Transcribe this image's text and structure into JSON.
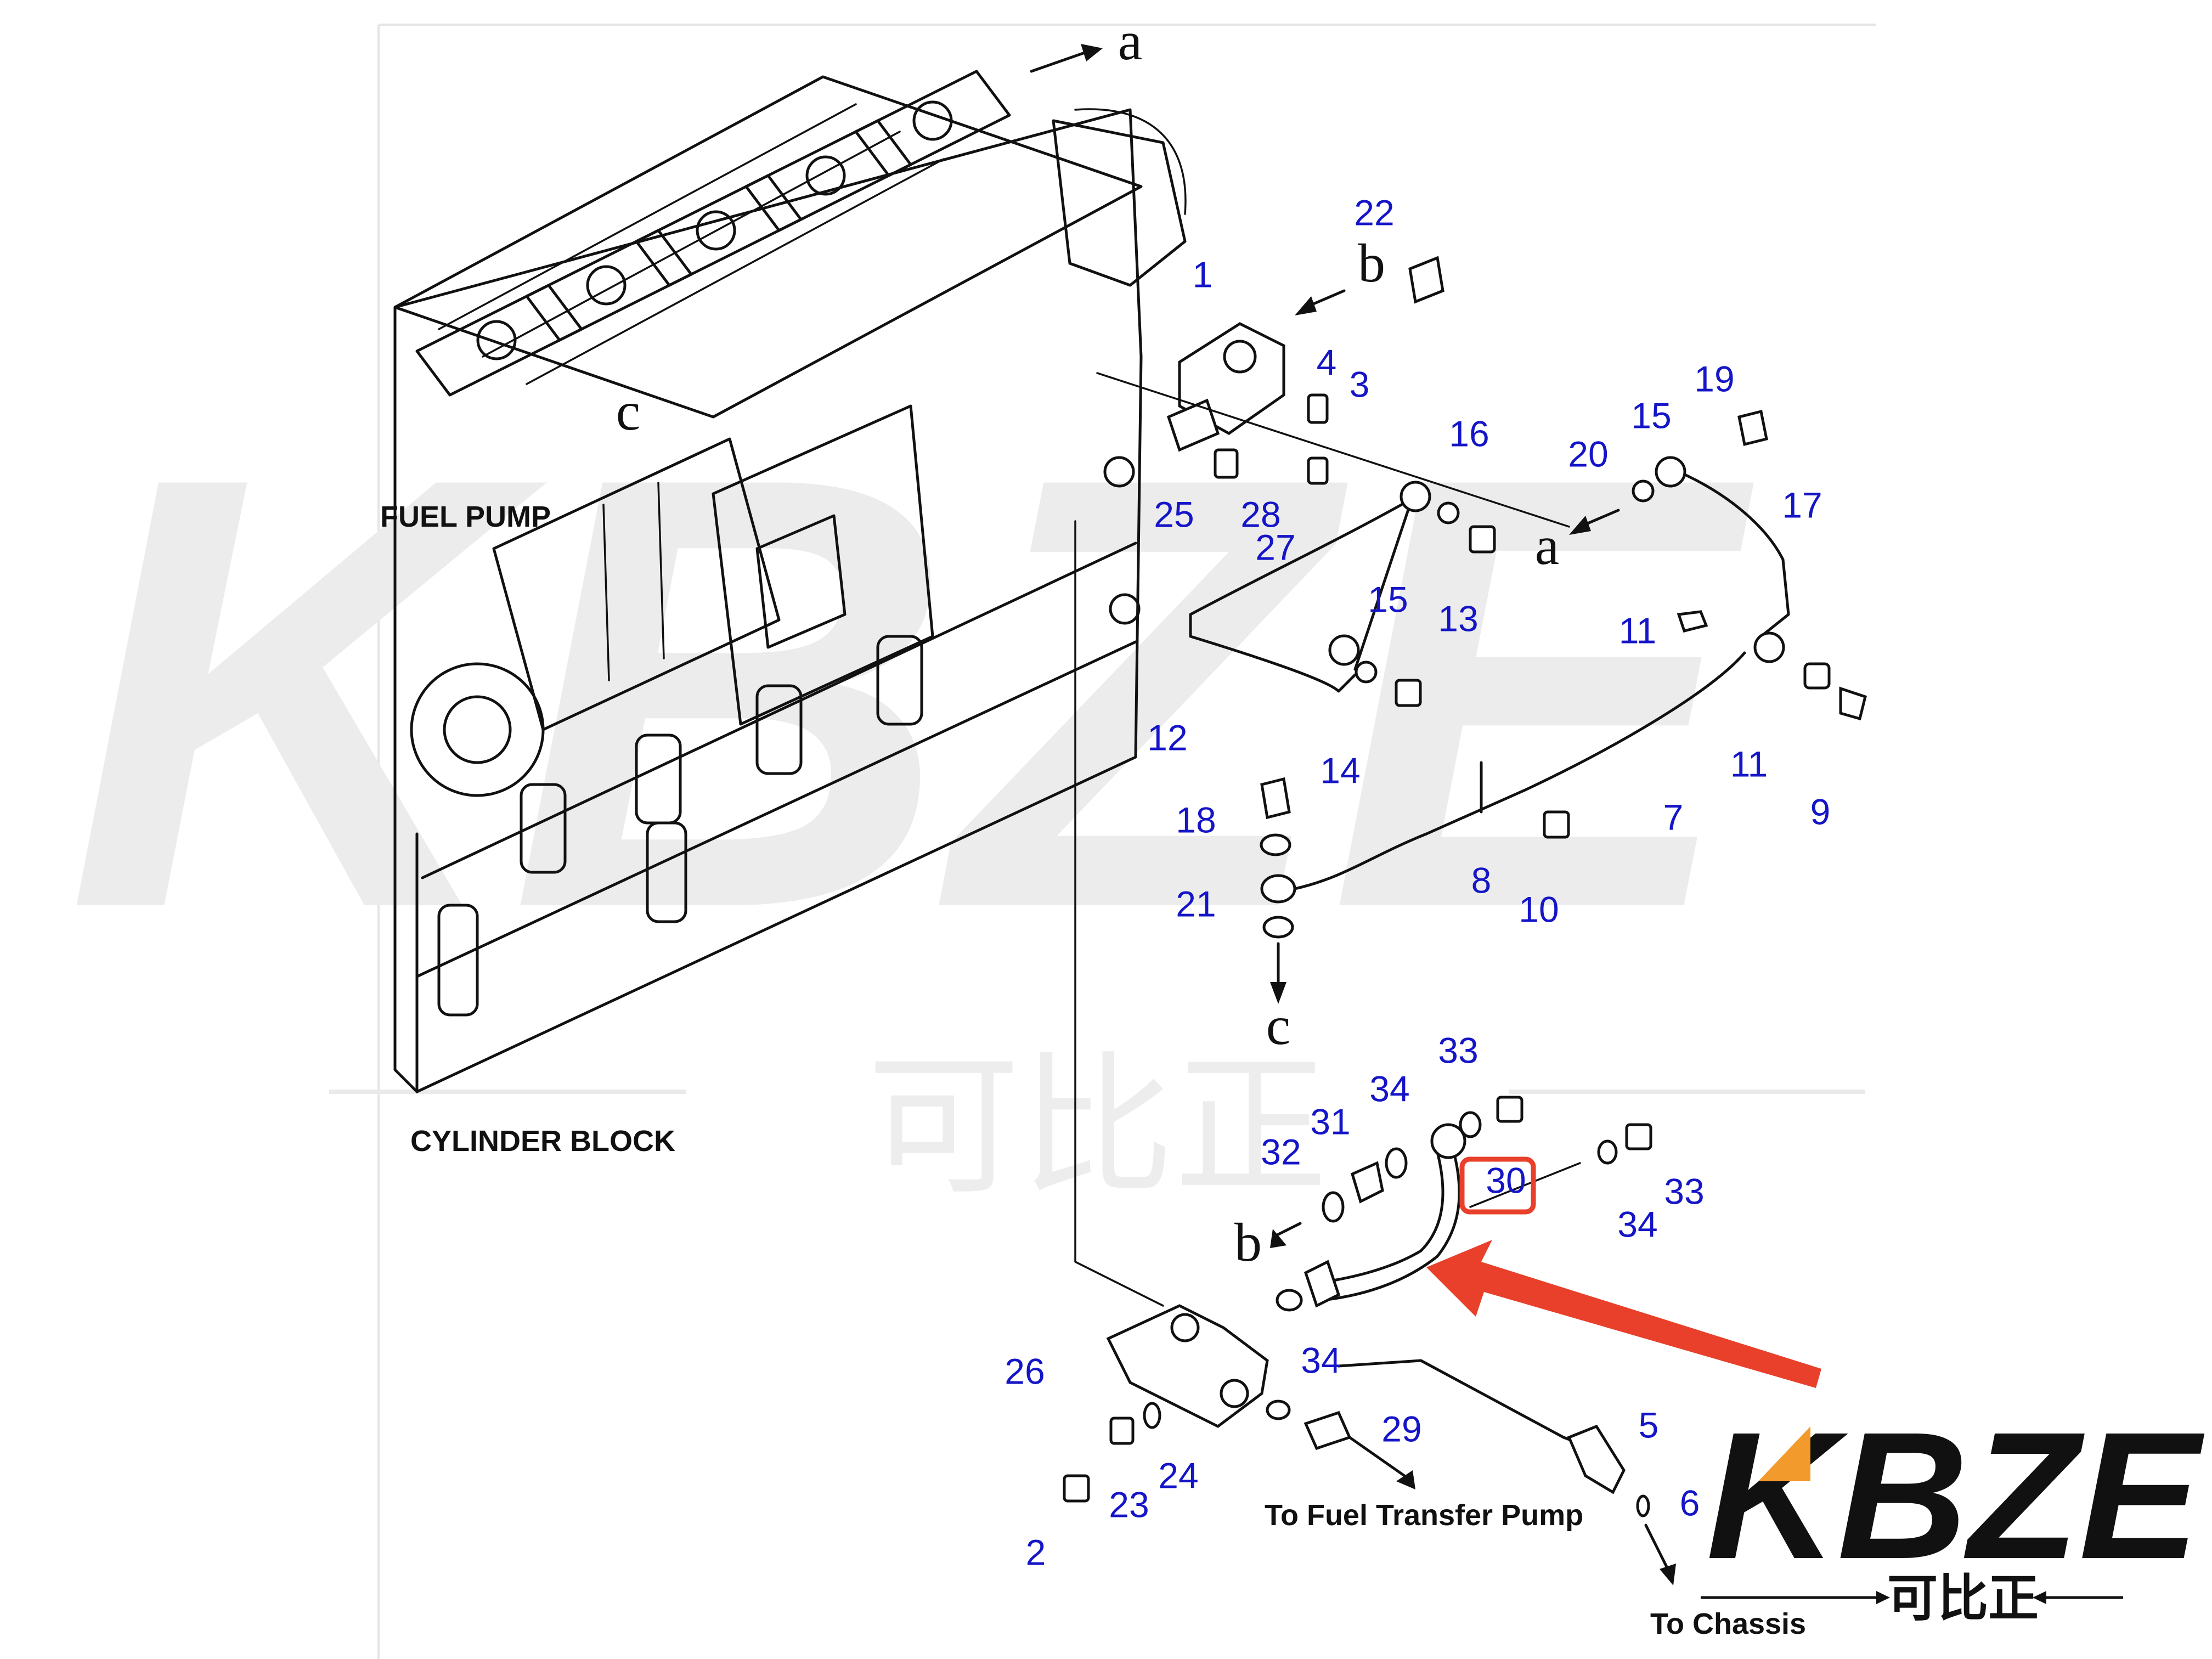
{
  "watermark": {
    "brand": "KBZE",
    "chinese": "可比正"
  },
  "logo": {
    "brand": "KBZE",
    "chinese": "可比正"
  },
  "labels": {
    "fuel_pump": "FUEL PUMP",
    "cylinder_block": "CYLINDER BLOCK",
    "to_fuel_transfer_pump": "To Fuel Transfer Pump",
    "to_chassis": "To Chassis"
  },
  "ref_letters": [
    "a",
    "b",
    "c",
    "a",
    "c",
    "b"
  ],
  "part_numbers": [
    "1",
    "2",
    "3",
    "4",
    "5",
    "6",
    "7",
    "8",
    "9",
    "10",
    "11",
    "11",
    "12",
    "13",
    "14",
    "15",
    "15",
    "16",
    "17",
    "18",
    "19",
    "20",
    "21",
    "22",
    "23",
    "24",
    "25",
    "26",
    "27",
    "28",
    "29",
    "30",
    "31",
    "32",
    "33",
    "33",
    "34",
    "34",
    "34"
  ],
  "highlight": {
    "part": "30",
    "color": "#e8402a"
  },
  "colors": {
    "number_blue": "#1515c8",
    "highlight_red": "#e8402a",
    "ink": "#111111"
  }
}
